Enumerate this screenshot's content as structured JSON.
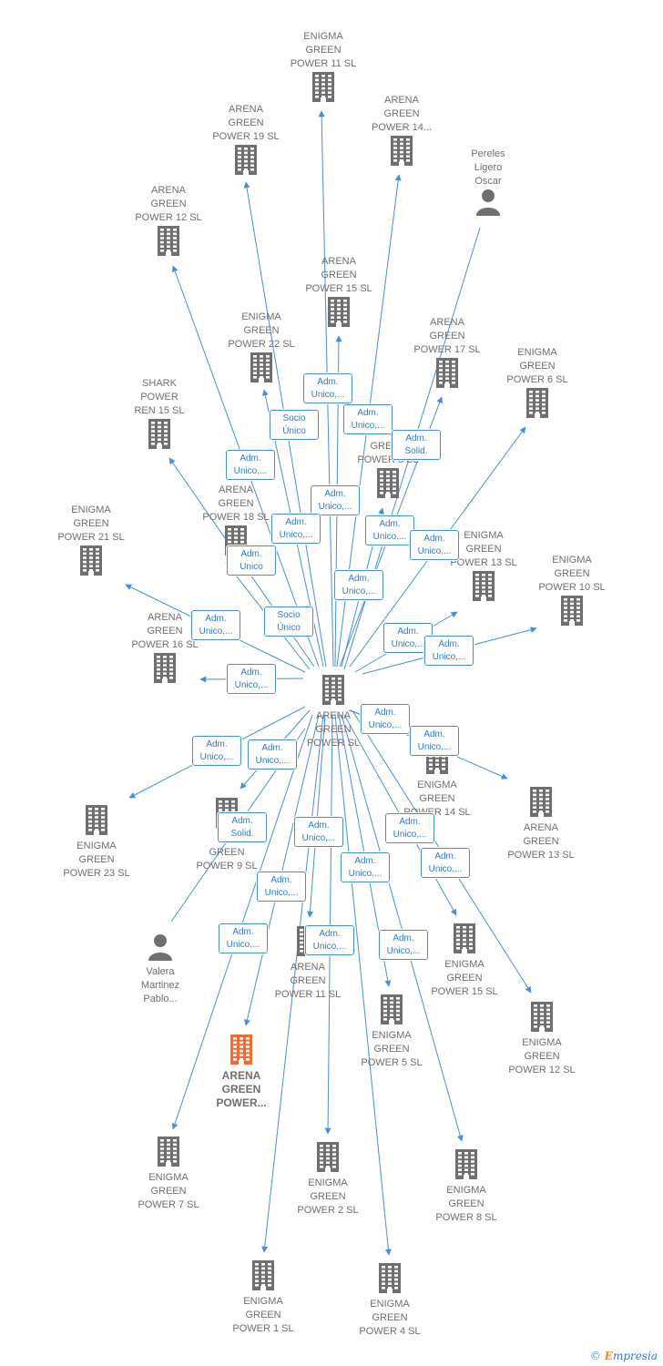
{
  "colors": {
    "edge": "#4a8fd6",
    "building": "#6f6f6f",
    "highlight": "#f26a35",
    "person": "#6f6f6f"
  },
  "center": {
    "name": "ARENA\nGREEN\nPOWER  SL"
  },
  "nodes": [
    {
      "id": "eg11",
      "name": "ENIGMA\nGREEN\nPOWER 11  SL",
      "icon": "building-icon"
    },
    {
      "id": "ag14",
      "name": "ARENA\nGREEN\nPOWER 14...",
      "icon": "building-icon"
    },
    {
      "id": "ag19",
      "name": "ARENA\nGREEN\nPOWER 19  SL",
      "icon": "building-icon"
    },
    {
      "id": "pereles",
      "name": "Pereles\nLigero\nOscar",
      "icon": "person-icon"
    },
    {
      "id": "ag12",
      "name": "ARENA\nGREEN\nPOWER 12  SL",
      "icon": "building-icon"
    },
    {
      "id": "ag15",
      "name": "ARENA\nGREEN\nPOWER 15  SL",
      "icon": "building-icon"
    },
    {
      "id": "eg22",
      "name": "ENIGMA\nGREEN\nPOWER 22  SL",
      "icon": "building-icon"
    },
    {
      "id": "ag17",
      "name": "ARENA\nGREEN\nPOWER 17  SL",
      "icon": "building-icon"
    },
    {
      "id": "eg6",
      "name": "ENIGMA\nGREEN\nPOWER 6  SL",
      "icon": "building-icon"
    },
    {
      "id": "shark",
      "name": "SHARK\nPOWER\nREN 15  SL",
      "icon": "building-icon"
    },
    {
      "id": "g3",
      "name": "GREEN\nPOWER 3  SL",
      "icon": "building-icon"
    },
    {
      "id": "ag18",
      "name": "ARENA\nGREEN\nPOWER 18  SL",
      "icon": "building-icon"
    },
    {
      "id": "eg21",
      "name": "ENIGMA\nGREEN\nPOWER 21  SL",
      "icon": "building-icon"
    },
    {
      "id": "eg13",
      "name": "ENIGMA\nGREEN\nPOWER 13  SL",
      "icon": "building-icon"
    },
    {
      "id": "eg10",
      "name": "ENIGMA\nGREEN\nPOWER 10  SL",
      "icon": "building-icon"
    },
    {
      "id": "ag16",
      "name": "ARENA\nGREEN\nPOWER 16  SL",
      "icon": "building-icon"
    },
    {
      "id": "eg14",
      "name": "ENIGMA\nGREEN\nPOWER 14  SL",
      "icon": "building-icon"
    },
    {
      "id": "ag13",
      "name": "ARENA\nGREEN\nPOWER 13  SL",
      "icon": "building-icon"
    },
    {
      "id": "eg23",
      "name": "ENIGMA\nGREEN\nPOWER 23  SL",
      "icon": "building-icon"
    },
    {
      "id": "g9",
      "name": "E\nGREEN\nPOWER 9  SL",
      "icon": "building-icon"
    },
    {
      "id": "valera",
      "name": "Valera\nMartinez\nPablo...",
      "icon": "person-icon"
    },
    {
      "id": "eg15",
      "name": "ENIGMA\nGREEN\nPOWER 15  SL",
      "icon": "building-icon"
    },
    {
      "id": "ag11",
      "name": "ARENA\nGREEN\nPOWER 11  SL",
      "icon": "building-icon"
    },
    {
      "id": "eg12",
      "name": "ENIGMA\nGREEN\nPOWER 12  SL",
      "icon": "building-icon"
    },
    {
      "id": "eg5",
      "name": "ENIGMA\nGREEN\nPOWER 5  SL",
      "icon": "building-icon"
    },
    {
      "id": "agHL",
      "name": "ARENA\nGREEN\nPOWER...",
      "icon": "building-icon",
      "highlight": true
    },
    {
      "id": "eg7",
      "name": "ENIGMA\nGREEN\nPOWER 7  SL",
      "icon": "building-icon"
    },
    {
      "id": "eg2",
      "name": "ENIGMA\nGREEN\nPOWER 2  SL",
      "icon": "building-icon"
    },
    {
      "id": "eg8",
      "name": "ENIGMA\nGREEN\nPOWER 8  SL",
      "icon": "building-icon"
    },
    {
      "id": "eg1",
      "name": "ENIGMA\nGREEN\nPOWER 1  SL",
      "icon": "building-icon"
    },
    {
      "id": "eg4",
      "name": "ENIGMA\nGREEN\nPOWER 4  SL",
      "icon": "building-icon"
    }
  ],
  "edge_labels": [
    "Adm.\nUnico,...",
    "Socio\nÚnico",
    "Adm.\nUnico,...",
    "Adm.\nSolid.",
    "Adm.\nUnico,...",
    "Adm.\nUnico,...",
    "Adm.\nUnico,...",
    "Adm.\nUnico,...",
    "Adm.\nUnico,...",
    "Adm.\nUnico",
    "Adm.\nUnico,...",
    "Socio\nÚnico",
    "Adm.\nUnico,...",
    "Adm.\nUnico,...",
    "Adm.\nUnico,...",
    "Adm.\nUnico,...",
    "Adm.\nUnico,...",
    "Adm.\nUnico,...",
    "Adm.\nUnico,...",
    "Adm.\nUnico,...",
    "Adm.\nSolid.",
    "Adm.\nUnico,...",
    "Adm.\nUnico,...",
    "Adm.\nUnico,...",
    "Adm.\nUnico,...",
    "Adm.\nUnico,...",
    "Adm.\nUnico,...",
    "Adm.\nUnico,...",
    "Adm.\nUnico,..."
  ],
  "footer": {
    "copyright": "©",
    "brand_first": "E",
    "brand_rest": "mpresia"
  }
}
